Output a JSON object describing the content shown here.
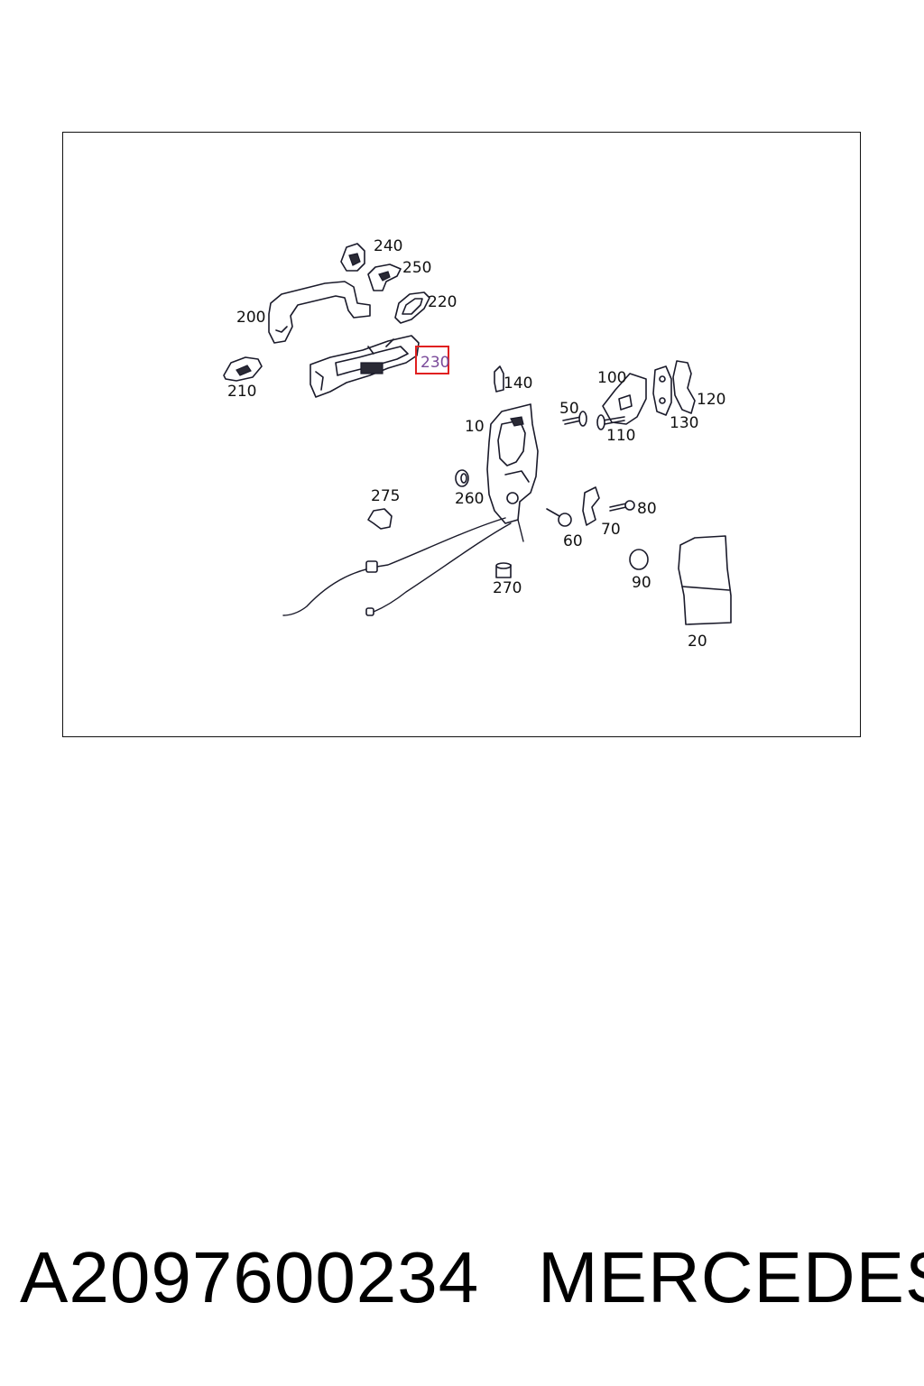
{
  "diagram": {
    "callouts": {
      "c240": "240",
      "c250": "250",
      "c220": "220",
      "c200": "200",
      "c230": "230",
      "c210": "210",
      "c140": "140",
      "c100": "100",
      "c120": "120",
      "c50": "50",
      "c110": "110",
      "c130": "130",
      "c10": "10",
      "c260": "260",
      "c275": "275",
      "c80": "80",
      "c70": "70",
      "c60": "60",
      "c270": "270",
      "c90": "90",
      "c20": "20"
    },
    "highlighted_callout": "230",
    "highlight_color": "#e02020"
  },
  "footer": {
    "part_number": "A2097600234",
    "brand": "MERCEDES"
  }
}
